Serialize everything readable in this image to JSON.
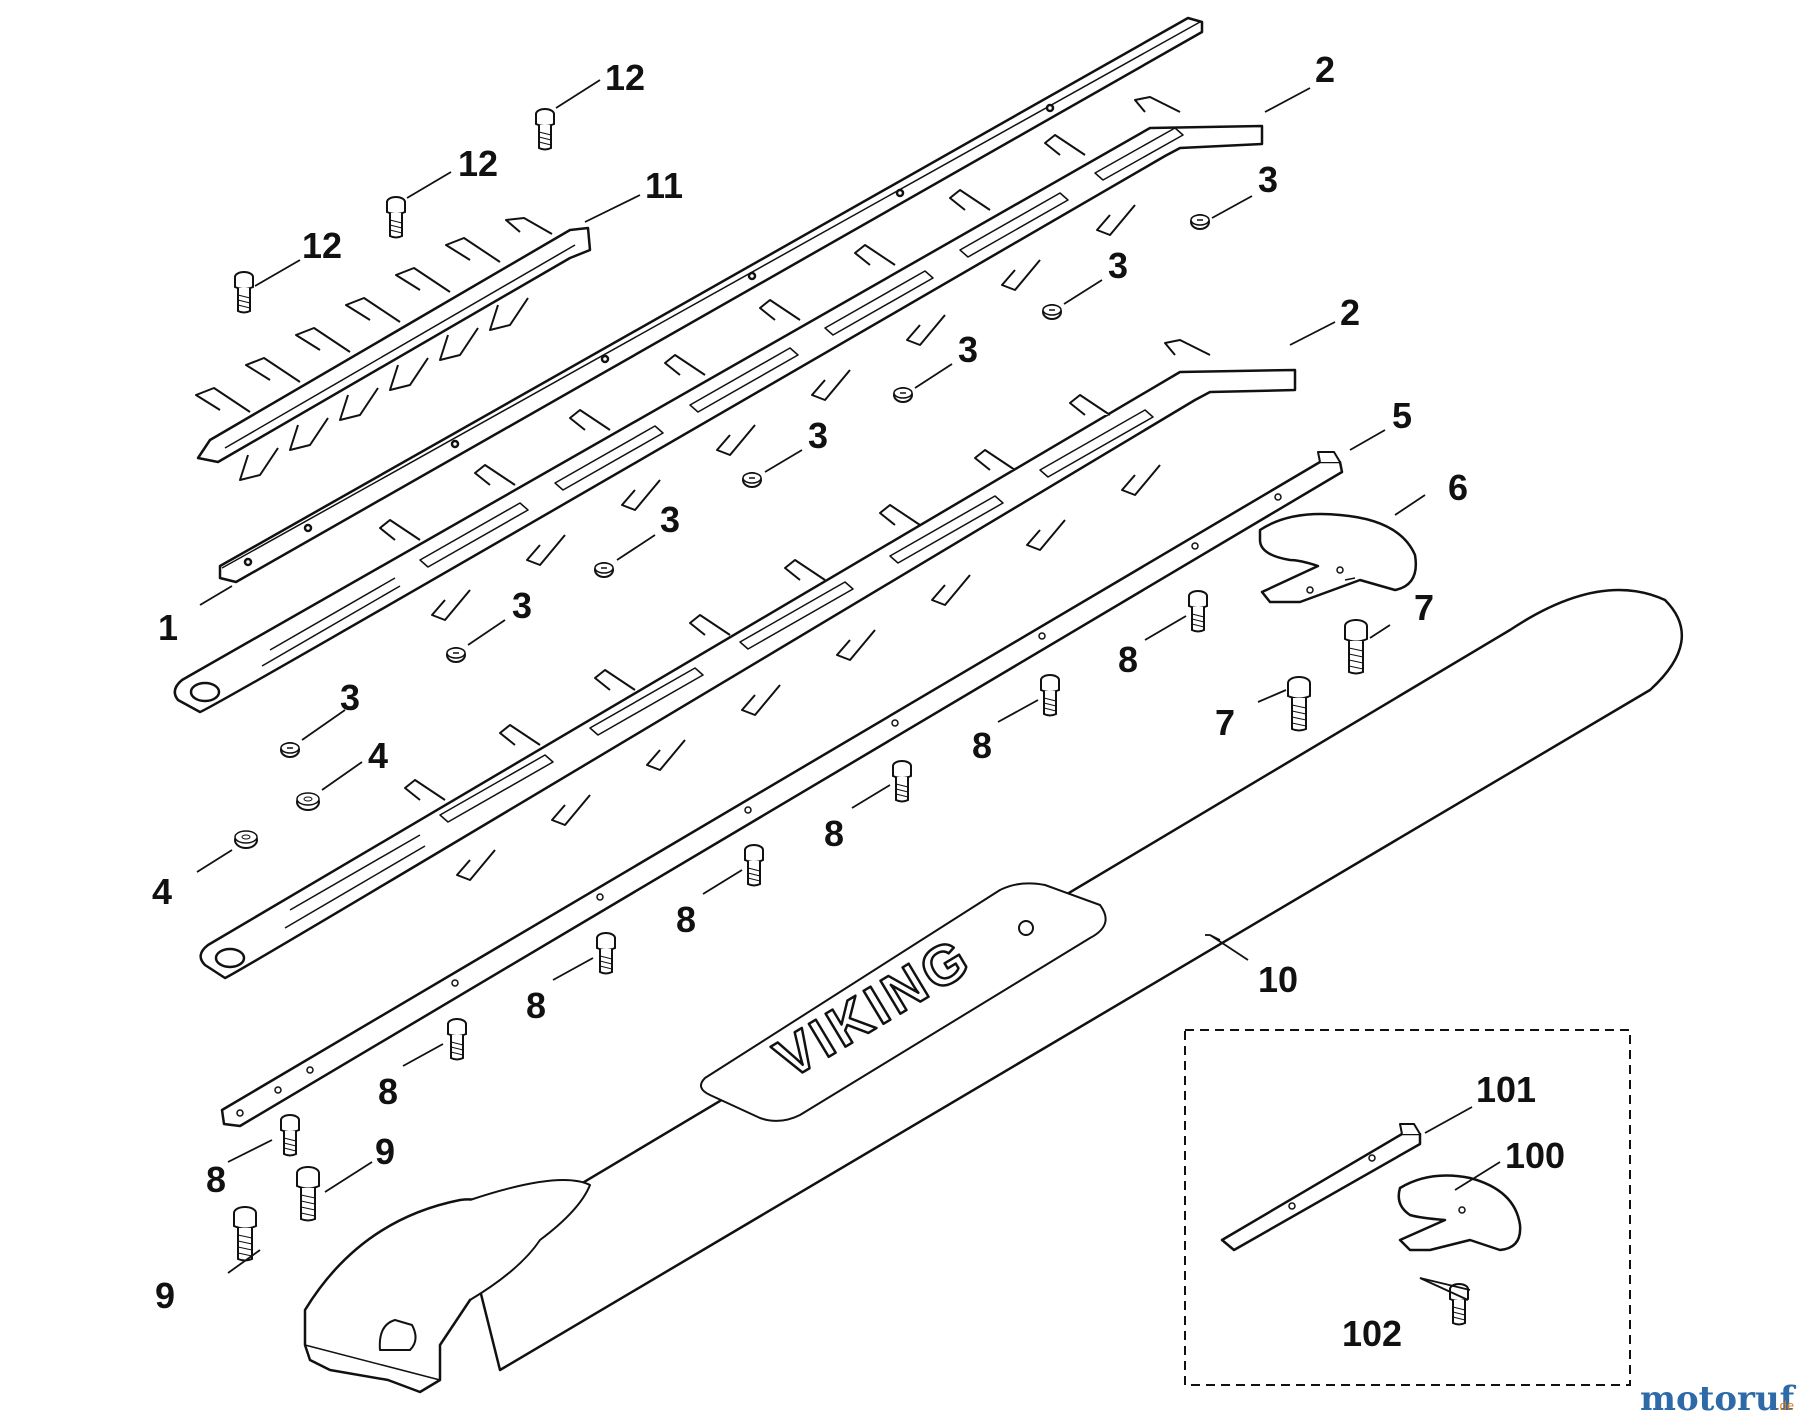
{
  "callouts": [
    {
      "id": "c1",
      "label": "1"
    },
    {
      "id": "c2a",
      "label": "2"
    },
    {
      "id": "c2b",
      "label": "2"
    },
    {
      "id": "c3a",
      "label": "3"
    },
    {
      "id": "c3b",
      "label": "3"
    },
    {
      "id": "c3c",
      "label": "3"
    },
    {
      "id": "c3d",
      "label": "3"
    },
    {
      "id": "c3e",
      "label": "3"
    },
    {
      "id": "c3f",
      "label": "3"
    },
    {
      "id": "c3g",
      "label": "3"
    },
    {
      "id": "c4a",
      "label": "4"
    },
    {
      "id": "c4b",
      "label": "4"
    },
    {
      "id": "c5",
      "label": "5"
    },
    {
      "id": "c6",
      "label": "6"
    },
    {
      "id": "c7a",
      "label": "7"
    },
    {
      "id": "c7b",
      "label": "7"
    },
    {
      "id": "c8a",
      "label": "8"
    },
    {
      "id": "c8b",
      "label": "8"
    },
    {
      "id": "c8c",
      "label": "8"
    },
    {
      "id": "c8d",
      "label": "8"
    },
    {
      "id": "c8e",
      "label": "8"
    },
    {
      "id": "c8f",
      "label": "8"
    },
    {
      "id": "c8g",
      "label": "8"
    },
    {
      "id": "c9a",
      "label": "9"
    },
    {
      "id": "c9b",
      "label": "9"
    },
    {
      "id": "c10",
      "label": "10"
    },
    {
      "id": "c11",
      "label": "11"
    },
    {
      "id": "c12a",
      "label": "12"
    },
    {
      "id": "c12b",
      "label": "12"
    },
    {
      "id": "c12c",
      "label": "12"
    },
    {
      "id": "c100",
      "label": "100"
    },
    {
      "id": "c101",
      "label": "101"
    },
    {
      "id": "c102",
      "label": "102"
    }
  ],
  "brand_text": "VIKING",
  "watermark": {
    "main": "motoruf",
    "suffix": ".de"
  },
  "colors": {
    "ink": "#111111",
    "watermark_blue": "#2e6aa8",
    "watermark_green": "#5aa02c",
    "watermark_orange": "#e07b16"
  }
}
